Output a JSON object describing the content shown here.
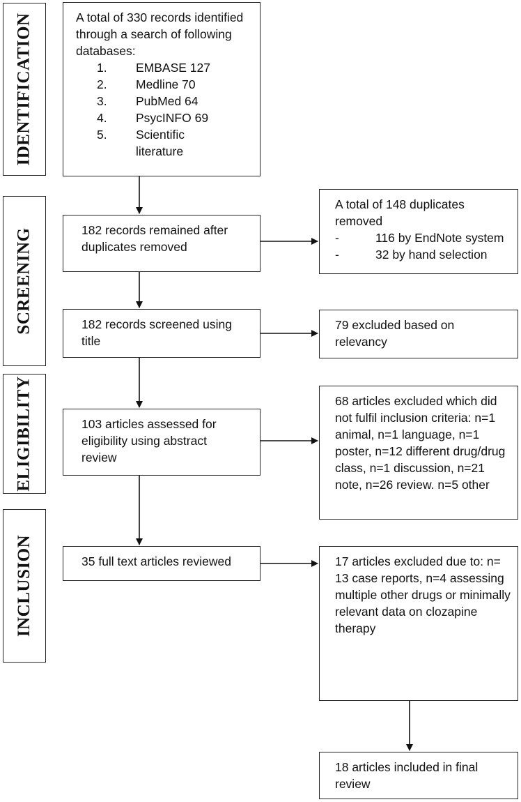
{
  "stages": {
    "identification": "IDENTIFICATION",
    "screening": "SCREENING",
    "eligibility": "ELIGIBILITY",
    "inclusion": "INCLUSION"
  },
  "identification_box": {
    "intro": "A total of 330 records identified through a search of following databases:",
    "databases": [
      {
        "num": "1.",
        "label": "EMBASE 127"
      },
      {
        "num": "2.",
        "label": "Medline 70"
      },
      {
        "num": "3.",
        "label": "PubMed 64"
      },
      {
        "num": "4.",
        "label": "PsycINFO 69"
      },
      {
        "num": "5.",
        "label": "Scientific literature"
      }
    ]
  },
  "duplicates_removed_box": {
    "text": "182 records remained after duplicates removed"
  },
  "duplicates_box": {
    "text": "A total of 148 duplicates removed",
    "items": [
      {
        "dash": "-",
        "label": "116 by EndNote system"
      },
      {
        "dash": "-",
        "label": "32 by hand selection"
      }
    ]
  },
  "screened_box": {
    "text": "182 records screened using title"
  },
  "excluded_relevancy_box": {
    "text": "79 excluded based on relevancy"
  },
  "eligibility_box": {
    "text": "103 articles assessed for eligibility using abstract review"
  },
  "excluded_criteria_box": {
    "text": "68 articles excluded which did not fulfil inclusion criteria: n=1 animal, n=1 language, n=1 poster, n=12 different drug/drug class, n=1 discussion, n=21 note, n=26 review. n=5 other"
  },
  "fulltext_box": {
    "text": "35 full text articles reviewed"
  },
  "excluded_fulltext_box": {
    "text": "17 articles excluded due to: n= 13 case reports, n=4 assessing multiple other drugs or minimally relevant data on clozapine therapy"
  },
  "final_box": {
    "text": "18 articles included in final review"
  }
}
